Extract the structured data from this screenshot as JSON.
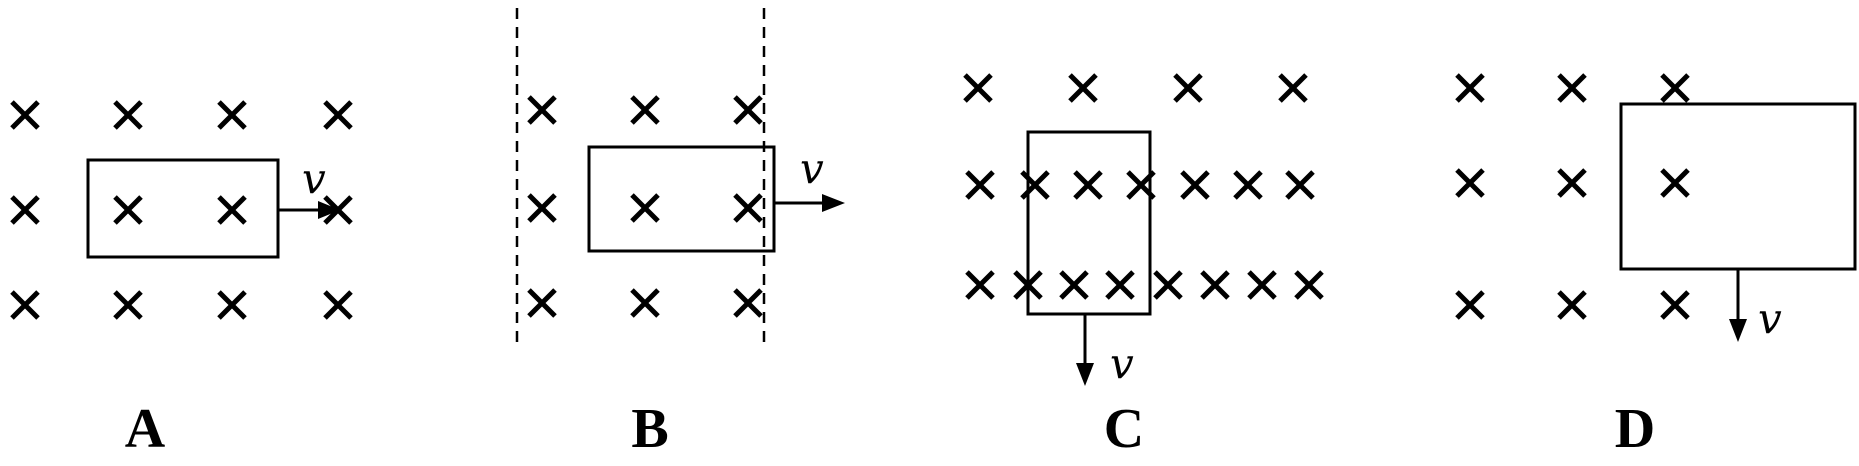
{
  "panels": [
    {
      "id": "A",
      "label": "A",
      "velocity_label": "v",
      "direction": "right"
    },
    {
      "id": "B",
      "label": "B",
      "velocity_label": "v",
      "direction": "right"
    },
    {
      "id": "C",
      "label": "C",
      "velocity_label": "v",
      "direction": "down"
    },
    {
      "id": "D",
      "label": "D",
      "velocity_label": "v",
      "direction": "down"
    }
  ]
}
